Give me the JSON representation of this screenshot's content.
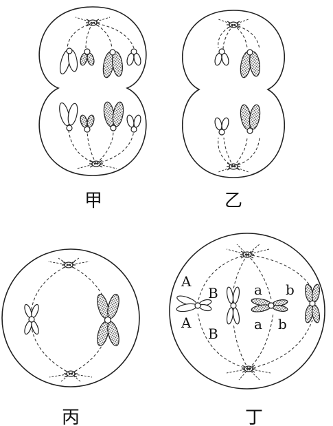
{
  "panels": [
    {
      "id": "jia",
      "caption": "甲"
    },
    {
      "id": "yi",
      "caption": "乙"
    },
    {
      "id": "bing",
      "caption": "丙"
    },
    {
      "id": "ding",
      "caption": "丁"
    }
  ],
  "gene_labels": {
    "upper_left_A": "A",
    "upper_B": "B",
    "upper_a": "a",
    "upper_b": "b",
    "lower_left_A": "A",
    "lower_B": "B",
    "lower_a": "a",
    "lower_b": "b"
  }
}
